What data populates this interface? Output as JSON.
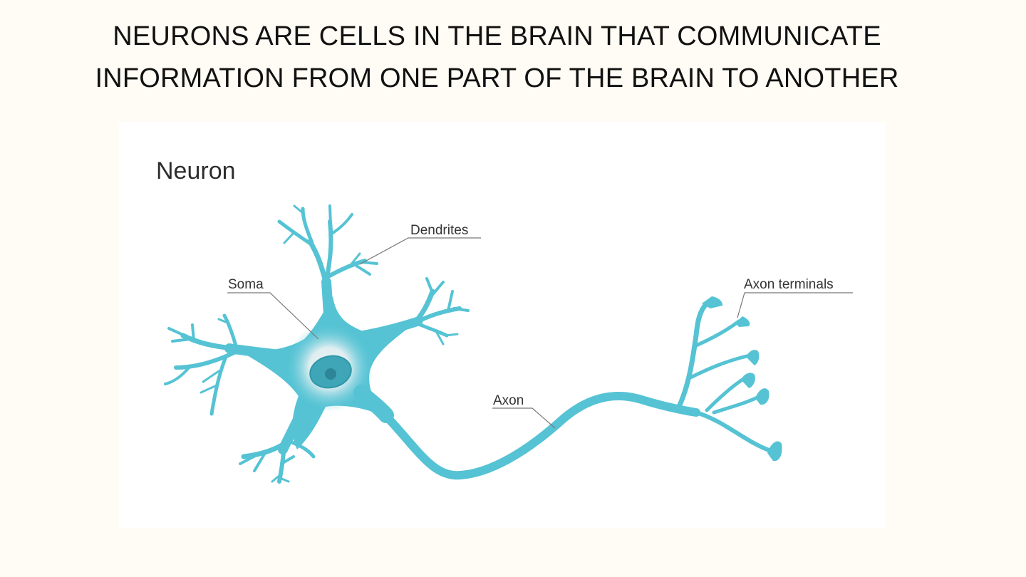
{
  "heading": {
    "line1": "NEURONS ARE CELLS IN THE BRAIN THAT COMMUNICATE",
    "line2": "INFORMATION FROM ONE PART OF THE BRAIN TO ANOTHER"
  },
  "diagram": {
    "title": "Neuron",
    "labels": {
      "dendrites": "Dendrites",
      "soma": "Soma",
      "axon": "Axon",
      "axon_terminals": "Axon terminals"
    }
  },
  "colors": {
    "background": "#fefcf4",
    "neuron": "#55c3d4",
    "nucleus": "#3fa6b8",
    "nucleolus": "#2d8596"
  }
}
